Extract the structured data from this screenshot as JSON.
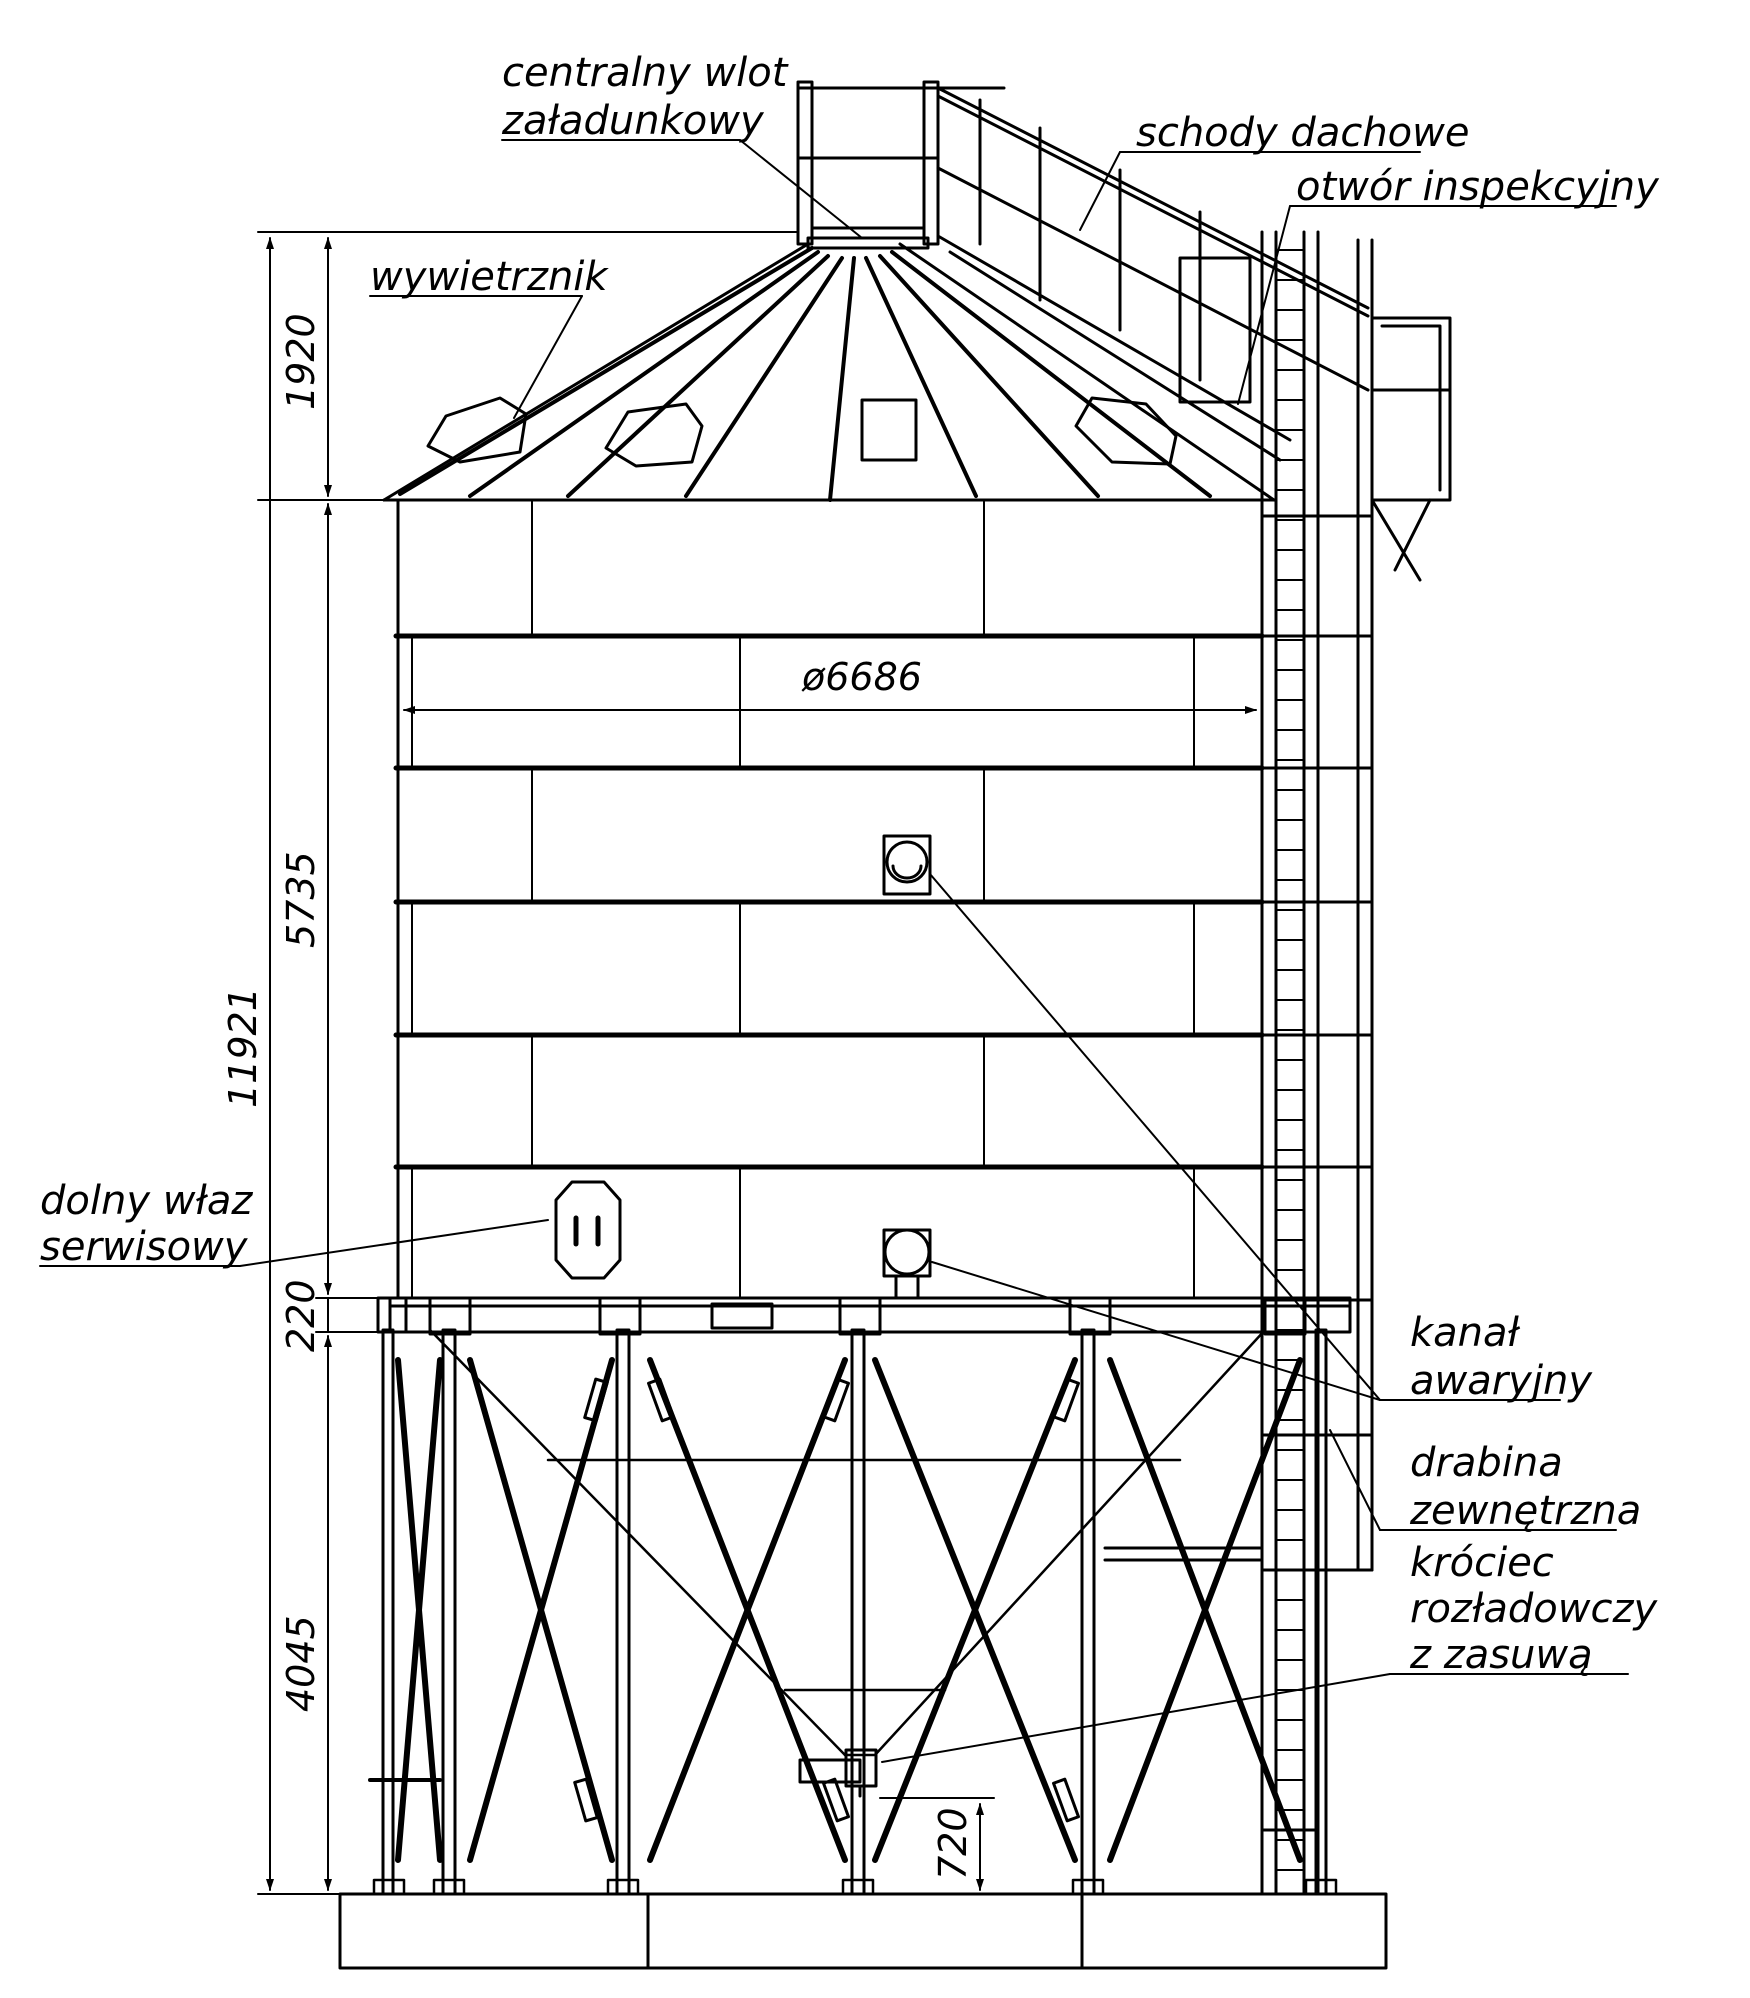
{
  "labels": {
    "central_inlet_line1": "centralny wlot",
    "central_inlet_line2": "załadunkowy",
    "roof_stairs": "schody dachowe",
    "inspection_opening": "otwór inspekcyjny",
    "vent": "wywietrznik",
    "service_hatch_line1": "dolny właz",
    "service_hatch_line2": "serwisowy",
    "emergency_channel_line1": "kanał",
    "emergency_channel_line2": "awaryjny",
    "ladder_line1": "drabina",
    "ladder_line2": "zewnętrzna",
    "outlet_line1": "króciec",
    "outlet_line2": "rozładowczy",
    "outlet_line3": "z zasuwą"
  },
  "dimensions": {
    "roof_height": "1920",
    "body_height": "5735",
    "total_height": "11921",
    "ring_height": "220",
    "support_height": "4045",
    "outlet_clearance": "720",
    "diameter": "ø6686"
  },
  "colors": {
    "line": "#000000",
    "background": "#ffffff"
  }
}
